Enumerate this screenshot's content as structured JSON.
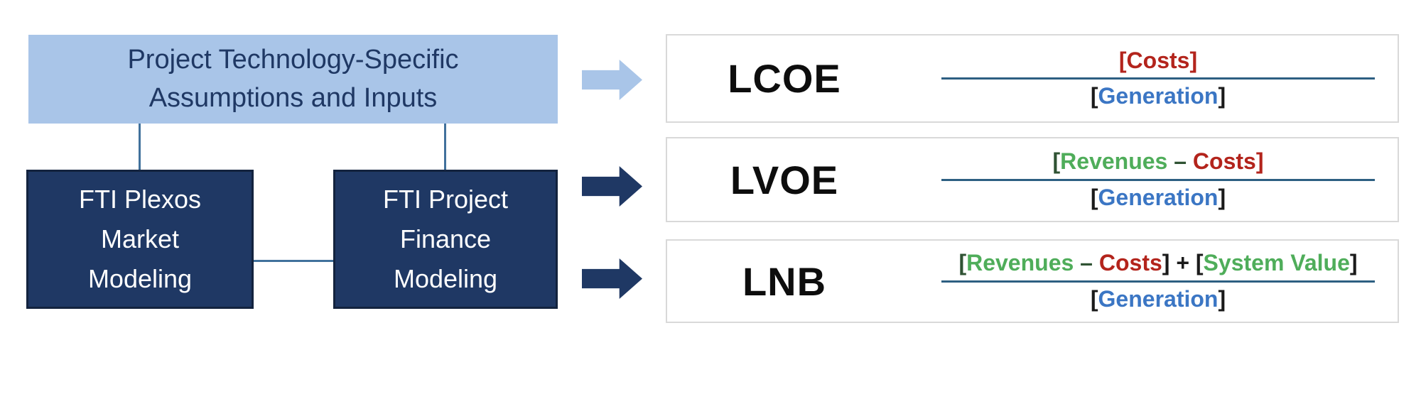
{
  "palette": {
    "light_blue": "#A9C5E8",
    "navy": "#1F3864",
    "navy_border": "#13233E",
    "connector": "#41719C",
    "metric_box_border": "#D9D9D9",
    "fraction_line": "#2D5F82",
    "red": "#B3241C",
    "green": "#4FAD5A",
    "dark_green": "#2F5233",
    "blue": "#3B76C4",
    "black": "#1A1A1A",
    "title_text": "#1F3864",
    "dark_box_text": "#FFFFFF",
    "label_text": "#0D0D0D"
  },
  "flow": {
    "top_box_label": "Project Technology-Specific\nAssumptions and Inputs",
    "market_box_label": "FTI Plexos\nMarket\nModeling",
    "finance_box_label": "FTI Project\nFinance\nModeling"
  },
  "arrows": [
    {
      "name": "lcoe-arrow",
      "color": "light_blue"
    },
    {
      "name": "lvoe-arrow",
      "color": "navy"
    },
    {
      "name": "lnb-arrow",
      "color": "navy"
    }
  ],
  "rows": [
    {
      "label": "LCOE",
      "numerator": [
        {
          "text": "[Costs]",
          "color": "red"
        }
      ],
      "denominator": [
        {
          "text": "[",
          "color": "black"
        },
        {
          "text": "Generation",
          "color": "blue"
        },
        {
          "text": "]",
          "color": "black"
        }
      ]
    },
    {
      "label": "LVOE",
      "numerator": [
        {
          "text": "[",
          "color": "dark_green"
        },
        {
          "text": "Revenues",
          "color": "green"
        },
        {
          "text": " – ",
          "color": "dark_green"
        },
        {
          "text": "Costs]",
          "color": "red"
        }
      ],
      "denominator": [
        {
          "text": "[",
          "color": "black"
        },
        {
          "text": "Generation",
          "color": "blue"
        },
        {
          "text": "]",
          "color": "black"
        }
      ]
    },
    {
      "label": "LNB",
      "numerator": [
        {
          "text": "[",
          "color": "dark_green"
        },
        {
          "text": "Revenues",
          "color": "green"
        },
        {
          "text": " – ",
          "color": "dark_green"
        },
        {
          "text": "Costs",
          "color": "red"
        },
        {
          "text": "] + [",
          "color": "black"
        },
        {
          "text": "System Value",
          "color": "green"
        },
        {
          "text": "]",
          "color": "black"
        }
      ],
      "denominator": [
        {
          "text": "[",
          "color": "black"
        },
        {
          "text": "Generation",
          "color": "blue"
        },
        {
          "text": "]",
          "color": "black"
        }
      ]
    }
  ]
}
